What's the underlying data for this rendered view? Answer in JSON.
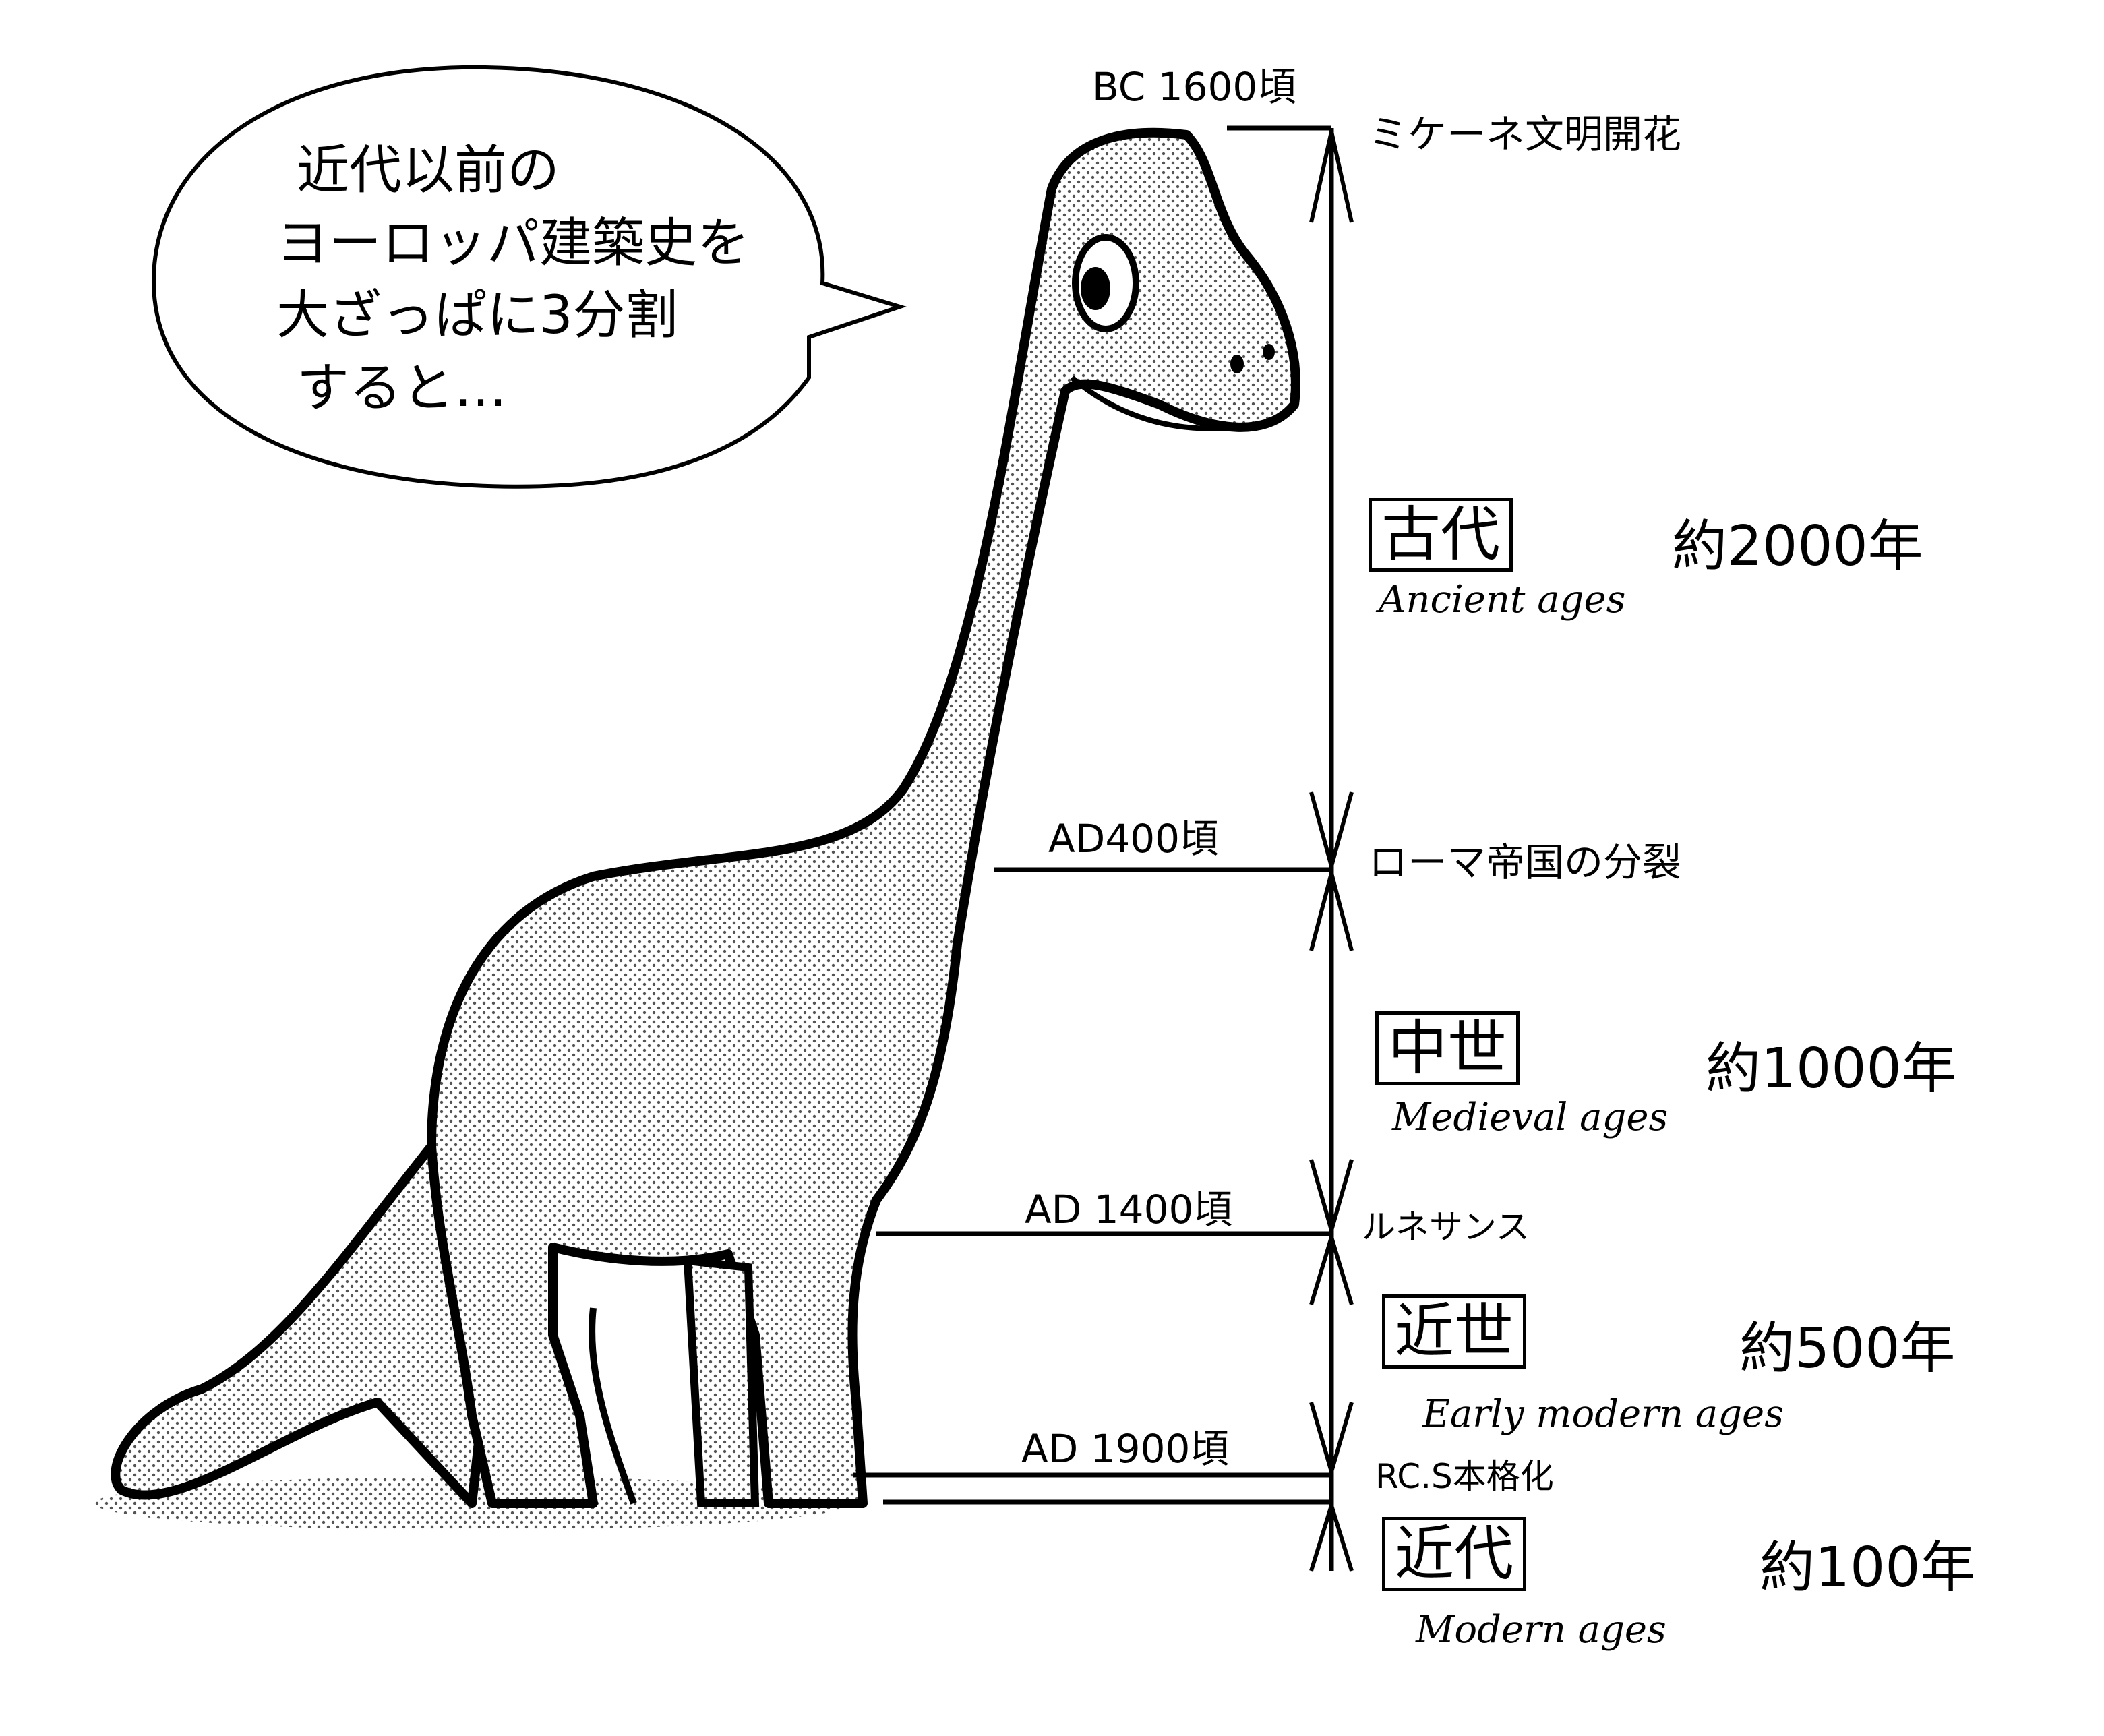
{
  "speech_bubble": {
    "lines": [
      "近代以前の",
      "ヨーロッパ建築史を",
      "大ざっぱに3分割",
      "すると…"
    ]
  },
  "timeline": {
    "markers": [
      {
        "date": "BC 1600頃",
        "event": "ミケーネ文明開花"
      },
      {
        "date": "AD400頃",
        "event": "ローマ帝国の分裂"
      },
      {
        "date": "AD 1400頃",
        "event": "ルネサンス"
      },
      {
        "date": "AD 1900頃",
        "event": "RC.S本格化"
      }
    ],
    "eras": [
      {
        "name": "古代",
        "english": "Ancient ages",
        "duration": "約2000年"
      },
      {
        "name": "中世",
        "english": "Medieval ages",
        "duration": "約1000年"
      },
      {
        "name": "近世",
        "english": "Early modern ages",
        "duration": "約500年"
      },
      {
        "name": "近代",
        "english": "Modern ages",
        "duration": "約100年"
      }
    ]
  }
}
